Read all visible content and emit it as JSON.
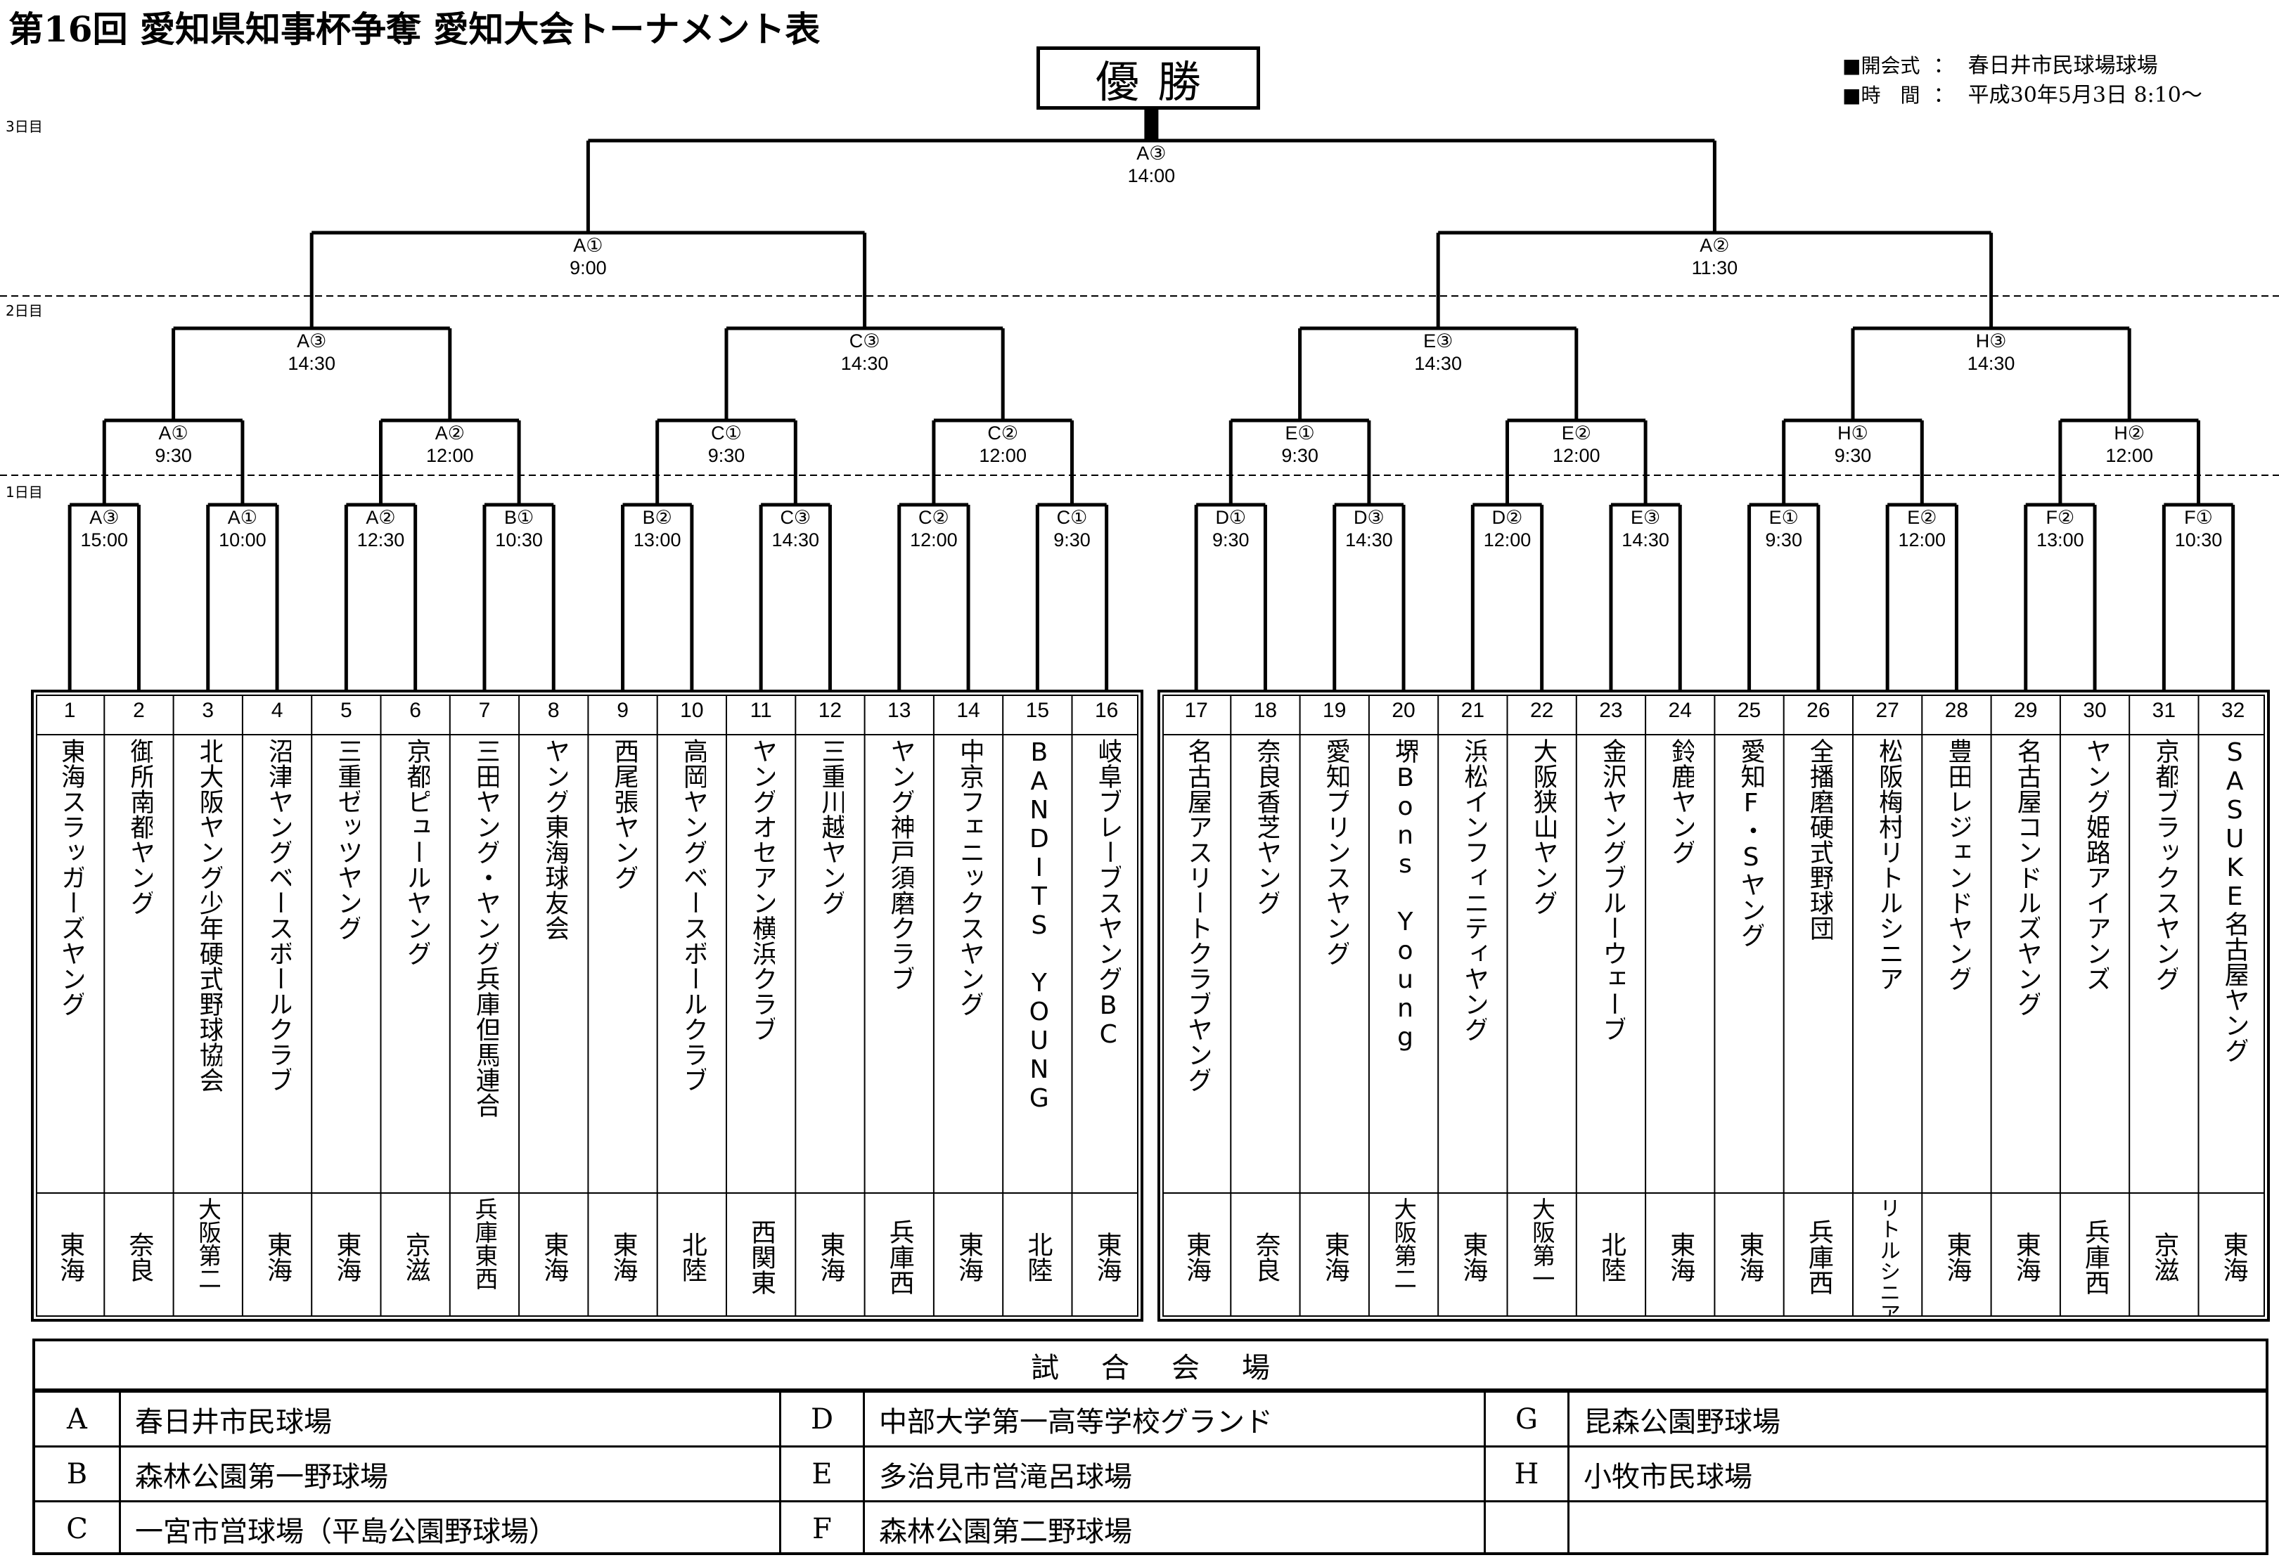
{
  "title": "第16回 愛知県知事杯争奪 愛知大会トーナメント表",
  "champion": "優勝",
  "info": {
    "opening_label": "■開会式",
    "opening_sep": "：",
    "opening_value": "春日井市民球場球場",
    "time_label": "■時　間",
    "time_sep": "：",
    "time_value": "平成30年5月3日 8:10～"
  },
  "day_labels": {
    "day3": "3日目",
    "day2": "2日目",
    "day1": "1日目"
  },
  "final": {
    "code": "A③",
    "time": "14:00"
  },
  "semifinals": [
    {
      "code": "A①",
      "time": "9:00"
    },
    {
      "code": "A②",
      "time": "11:30"
    }
  ],
  "quarterfinals": [
    {
      "code": "A③",
      "time": "14:30"
    },
    {
      "code": "C③",
      "time": "14:30"
    },
    {
      "code": "E③",
      "time": "14:30"
    },
    {
      "code": "H③",
      "time": "14:30"
    }
  ],
  "round2": [
    {
      "code": "A①",
      "time": "9:30"
    },
    {
      "code": "A②",
      "time": "12:00"
    },
    {
      "code": "C①",
      "time": "9:30"
    },
    {
      "code": "C②",
      "time": "12:00"
    },
    {
      "code": "E①",
      "time": "9:30"
    },
    {
      "code": "E②",
      "time": "12:00"
    },
    {
      "code": "H①",
      "time": "9:30"
    },
    {
      "code": "H②",
      "time": "12:00"
    }
  ],
  "round1": [
    {
      "code": "A③",
      "time": "15:00"
    },
    {
      "code": "A①",
      "time": "10:00"
    },
    {
      "code": "A②",
      "time": "12:30"
    },
    {
      "code": "B①",
      "time": "10:30"
    },
    {
      "code": "B②",
      "time": "13:00"
    },
    {
      "code": "C③",
      "time": "14:30"
    },
    {
      "code": "C②",
      "time": "12:00"
    },
    {
      "code": "C①",
      "time": "9:30"
    },
    {
      "code": "D①",
      "time": "9:30"
    },
    {
      "code": "D③",
      "time": "14:30"
    },
    {
      "code": "D②",
      "time": "12:00"
    },
    {
      "code": "E③",
      "time": "14:30"
    },
    {
      "code": "E①",
      "time": "9:30"
    },
    {
      "code": "E②",
      "time": "12:00"
    },
    {
      "code": "F②",
      "time": "13:00"
    },
    {
      "code": "F①",
      "time": "10:30"
    }
  ],
  "teams": [
    {
      "num": "1",
      "name": "東海スラッガーズヤング",
      "region": "東海"
    },
    {
      "num": "2",
      "name": "御所南都ヤング",
      "region": "奈良"
    },
    {
      "num": "3",
      "name": "北大阪ヤング少年硬式野球協会",
      "region": "大阪第二"
    },
    {
      "num": "4",
      "name": "沼津ヤングベースボールクラブ",
      "region": "東海"
    },
    {
      "num": "5",
      "name": "三重ゼッツヤング",
      "region": "東海"
    },
    {
      "num": "6",
      "name": "京都ピュールヤング",
      "region": "京滋"
    },
    {
      "num": "7",
      "name": "三田ヤング・ヤング兵庫但馬連合",
      "region": "兵庫東西"
    },
    {
      "num": "8",
      "name": "ヤング東海球友会",
      "region": "東海"
    },
    {
      "num": "9",
      "name": "西尾張ヤング",
      "region": "東海"
    },
    {
      "num": "10",
      "name": "高岡ヤングベースボールクラブ",
      "region": "北陸"
    },
    {
      "num": "11",
      "name": "ヤングオセアン横浜クラブ",
      "region": "西関東"
    },
    {
      "num": "12",
      "name": "三重川越ヤング",
      "region": "東海"
    },
    {
      "num": "13",
      "name": "ヤング神戸須磨クラブ",
      "region": "兵庫西"
    },
    {
      "num": "14",
      "name": "中京フェニックスヤング",
      "region": "東海"
    },
    {
      "num": "15",
      "name": "BANDITS YOUNG",
      "region": "北陸"
    },
    {
      "num": "16",
      "name": "岐阜ブレーブスヤングBC",
      "region": "東海"
    },
    {
      "num": "17",
      "name": "名古屋アスリートクラブヤング",
      "region": "東海"
    },
    {
      "num": "18",
      "name": "奈良香芝ヤング",
      "region": "奈良"
    },
    {
      "num": "19",
      "name": "愛知プリンスヤング",
      "region": "東海"
    },
    {
      "num": "20",
      "name": "堺Bons Young",
      "region": "大阪第二"
    },
    {
      "num": "21",
      "name": "浜松インフィニティヤング",
      "region": "東海"
    },
    {
      "num": "22",
      "name": "大阪狭山ヤング",
      "region": "大阪第一"
    },
    {
      "num": "23",
      "name": "金沢ヤングブルーウェーブ",
      "region": "北陸"
    },
    {
      "num": "24",
      "name": "鈴鹿ヤング",
      "region": "東海"
    },
    {
      "num": "25",
      "name": "愛知F・Sヤング",
      "region": "東海"
    },
    {
      "num": "26",
      "name": "全播磨硬式野球団",
      "region": "兵庫西"
    },
    {
      "num": "27",
      "name": "松阪梅村リトルシニア",
      "region": "リトルシニア"
    },
    {
      "num": "28",
      "name": "豊田レジェンドヤング",
      "region": "東海"
    },
    {
      "num": "29",
      "name": "名古屋コンドルズヤング",
      "region": "東海"
    },
    {
      "num": "30",
      "name": "ヤング姫路アイアンズ",
      "region": "兵庫西"
    },
    {
      "num": "31",
      "name": "京都ブラックスヤング",
      "region": "京滋"
    },
    {
      "num": "32",
      "name": "SASUKE名古屋ヤング",
      "region": "東海"
    }
  ],
  "venues": {
    "title": "試合会場",
    "rows": [
      [
        {
          "code": "A",
          "name": "春日井市民球場"
        },
        {
          "code": "D",
          "name": "中部大学第一高等学校グランド"
        },
        {
          "code": "G",
          "name": "昆森公園野球場"
        }
      ],
      [
        {
          "code": "B",
          "name": "森林公園第一野球場"
        },
        {
          "code": "E",
          "name": "多治見市営滝呂球場"
        },
        {
          "code": "H",
          "name": "小牧市民球場"
        }
      ],
      [
        {
          "code": "C",
          "name": "一宮市営球場（平島公園野球場）"
        },
        {
          "code": "F",
          "name": "森林公園第二野球場"
        },
        {
          "code": "",
          "name": ""
        }
      ]
    ]
  }
}
